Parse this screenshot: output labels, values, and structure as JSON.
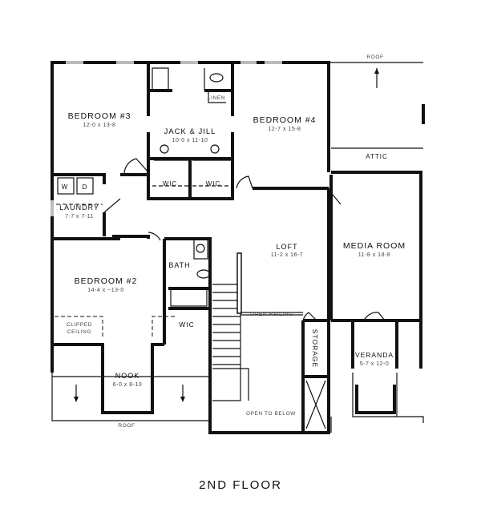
{
  "title": "2ND FLOOR",
  "rooms": {
    "bedroom3": {
      "name": "BEDROOM #3",
      "size": "12-0 x 13-8"
    },
    "jack_jill": {
      "name": "JACK & JILL",
      "size": "10-0 x 11-10"
    },
    "linen": {
      "name": "LINEN"
    },
    "bedroom4": {
      "name": "BEDROOM #4",
      "size": "12-7 x 15-8"
    },
    "attic": {
      "name": "ATTIC"
    },
    "wic_left": {
      "name": "WIC"
    },
    "wic_right": {
      "name": "WIC"
    },
    "laundry": {
      "name": "LAUNDRY",
      "size": "7-7 x 7-11",
      "washer": "W",
      "dryer": "D"
    },
    "loft": {
      "name": "LOFT",
      "size": "11-2 x 16-7"
    },
    "media_room": {
      "name": "MEDIA ROOM",
      "size": "11-8 x 18-8"
    },
    "bedroom2": {
      "name": "BEDROOM #2",
      "size": "14-4 x ~13-0"
    },
    "bath": {
      "name": "BATH"
    },
    "wic_bed2": {
      "name": "WIC"
    },
    "clipped_ceiling": {
      "line1": "CLIPPED",
      "line2": "CEILING"
    },
    "nook": {
      "name": "NOOK",
      "size": "6-0 x 8-10"
    },
    "storage": {
      "name": "STORAGE"
    },
    "veranda": {
      "name": "VERANDA",
      "size": "5-7 x 12-0"
    }
  },
  "notes": {
    "roof_top": "ROOF",
    "roof_bottom": "ROOF",
    "open_railing": "OPEN RAILING",
    "open_to_below": "OPEN TO BELOW"
  }
}
